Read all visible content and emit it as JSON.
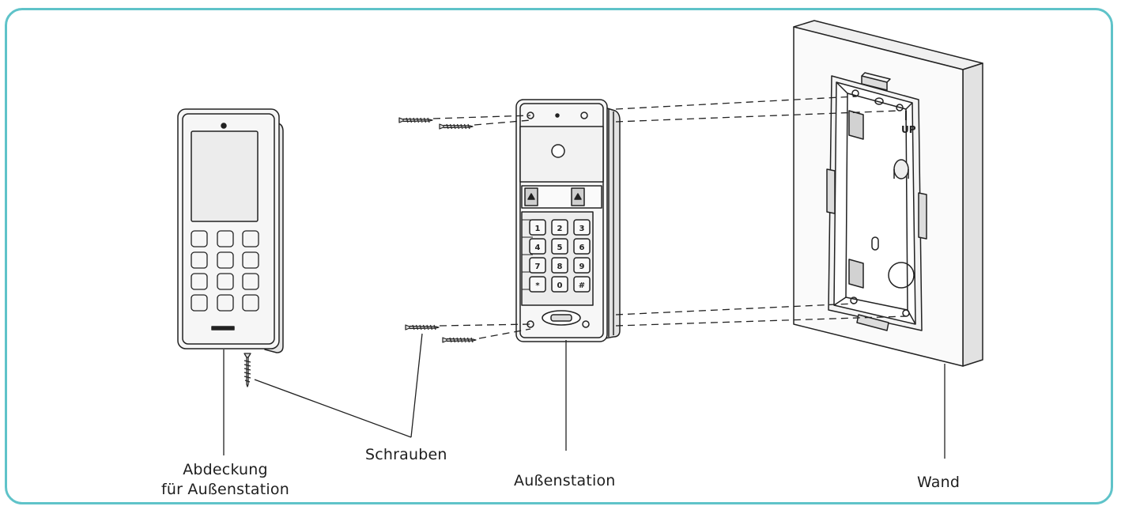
{
  "labels": {
    "cover_line1": "Abdeckung",
    "cover_line2": "für Außenstation",
    "screws": "Schrauben",
    "outdoor_station": "Außenstation",
    "wall": "Wand"
  },
  "box_marking": "UP",
  "keypad_keys": [
    "1",
    "2",
    "3",
    "4",
    "5",
    "6",
    "7",
    "8",
    "9",
    "*",
    "0",
    "#"
  ],
  "colors": {
    "frame": "#5fc3c9",
    "line": "#222222",
    "fill_light": "#f2f2f2",
    "fill_mid": "#dcdcdc"
  }
}
